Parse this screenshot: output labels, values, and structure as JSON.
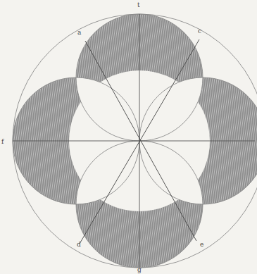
{
  "diagram": {
    "labels": [
      "t",
      "c",
      "f",
      "a",
      "d",
      "e",
      "g"
    ]
  }
}
